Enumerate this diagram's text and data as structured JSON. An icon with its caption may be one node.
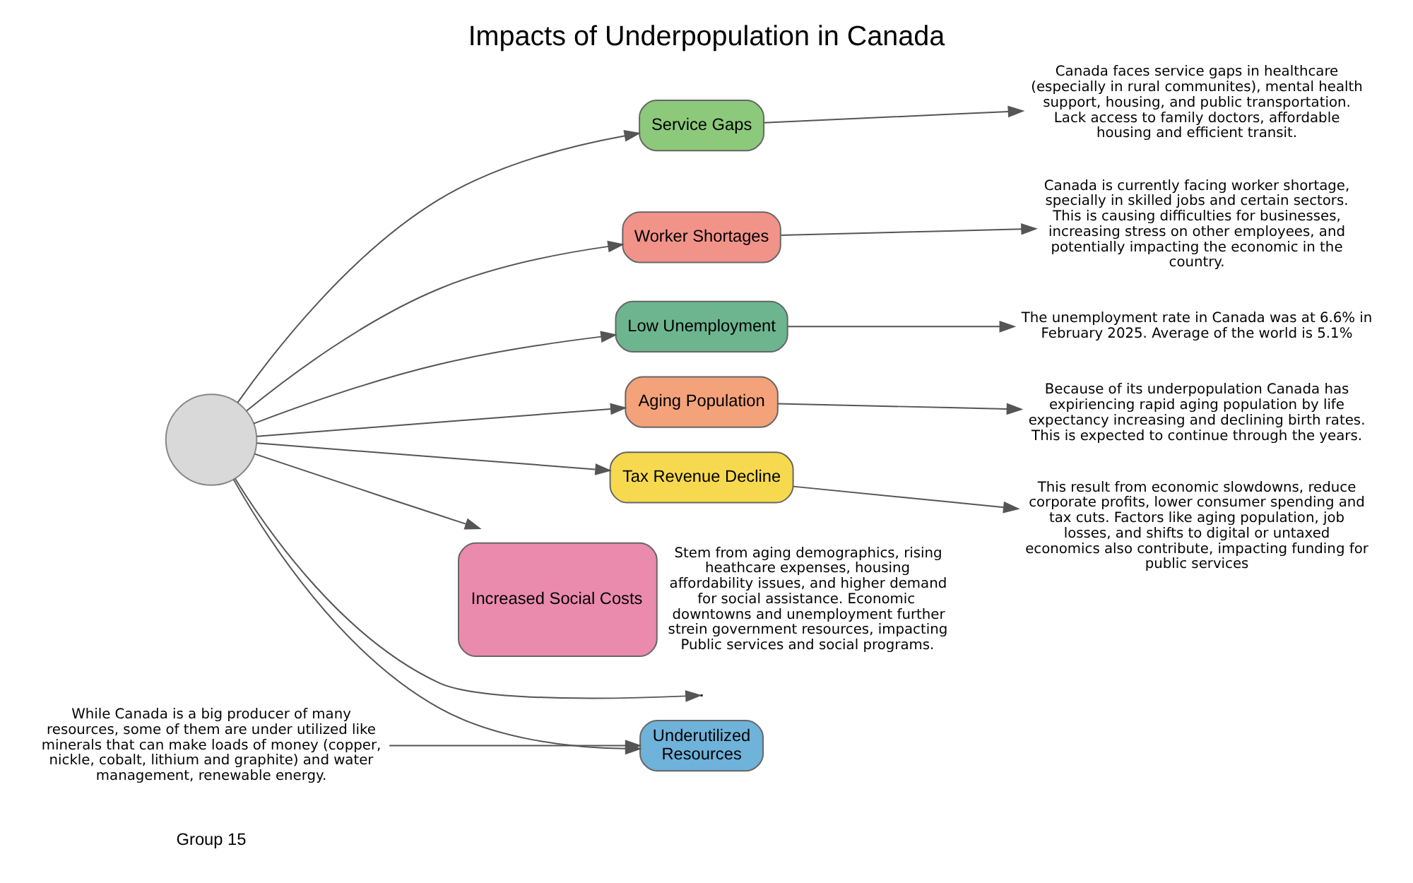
{
  "diagram": {
    "title": "Impacts of Underpopulation in Canada",
    "nodes": [
      {
        "text": [],
        "shape": "circle"
      },
      {
        "text": [
          "Service Gaps"
        ]
      },
      {
        "text": [
          "Worker Shortages"
        ]
      },
      {
        "text": [
          "Low Unemployment"
        ]
      },
      {
        "text": [
          "Aging Population"
        ]
      },
      {
        "text": [
          "Tax Revenue Decline"
        ]
      },
      {
        "text": [
          "Increased Social Costs"
        ],
        "beside": [
          "Stem from aging demographics, rising heathcare expenses, housing affordability issues, and higher demand for social assistance. Economic downtowns and unemployment further strein government resources, impacting Public services and social programs."
        ]
      },
      {
        "text": [
          "Underutilized Resources"
        ]
      },
      {
        "text": [
          "Canada faces service gaps in healthcare (especially in rural communites), mental health support, housing, and public transportation. Lack access to family doctors, affordable housing and efficient transit."
        ]
      },
      {
        "text": [
          "Canada is currently facing worker shortage, specially in skilled jobs and certain sectors. This is causing difficulties for businesses, increasing stress on other employees, and potentially impacting the economic in the country."
        ]
      },
      {
        "text": [
          "The unemployment rate in Canada was at 6.6% in February 2025. Average of the world is 5.1%"
        ]
      },
      {
        "text": [
          "Because of its underpopulation Canada has expiriencing rapid aging population by life expectancy increasing and declining birth rates. This is expected to continue through the years."
        ]
      },
      {
        "text": [
          "This result from economic slowdowns, reduce corporate profits, lower consumer spending and tax cuts. Factors like aging population, job losses, and shifts to digital or untaxed economics also contribute, impacting funding for public services"
        ]
      },
      {
        "text": [
          "While Canada is a big producer of many resources, some of them are under utilized like minerals that can make loads of money (copper, nickle, cobalt, lithium and graphite) and water management, renewable energy."
        ]
      }
    ],
    "edges": [
      {
        "from": 0,
        "to": null,
        "arrow": "to"
      },
      {
        "from": 0,
        "to": 1,
        "arrow": "to"
      },
      {
        "from": 0,
        "to": 2,
        "arrow": "to"
      },
      {
        "from": 0,
        "to": 3,
        "arrow": "to"
      },
      {
        "from": 0,
        "to": 4,
        "arrow": "to"
      },
      {
        "from": 0,
        "to": 5,
        "arrow": "to"
      },
      {
        "from": 0,
        "to": 6,
        "arrow": "to"
      },
      {
        "from": 0,
        "to": 7,
        "arrow": "to"
      },
      {
        "from": 1,
        "to": 8,
        "arrow": "to"
      },
      {
        "from": 2,
        "to": 9,
        "arrow": "to"
      },
      {
        "from": 3,
        "to": 10,
        "arrow": "to"
      },
      {
        "from": 4,
        "to": 11,
        "arrow": "to"
      },
      {
        "from": 5,
        "to": 12,
        "arrow": "to"
      },
      {
        "from": 13,
        "to": 7,
        "arrow": "to"
      }
    ],
    "labels": [
      "Group 15"
    ]
  }
}
